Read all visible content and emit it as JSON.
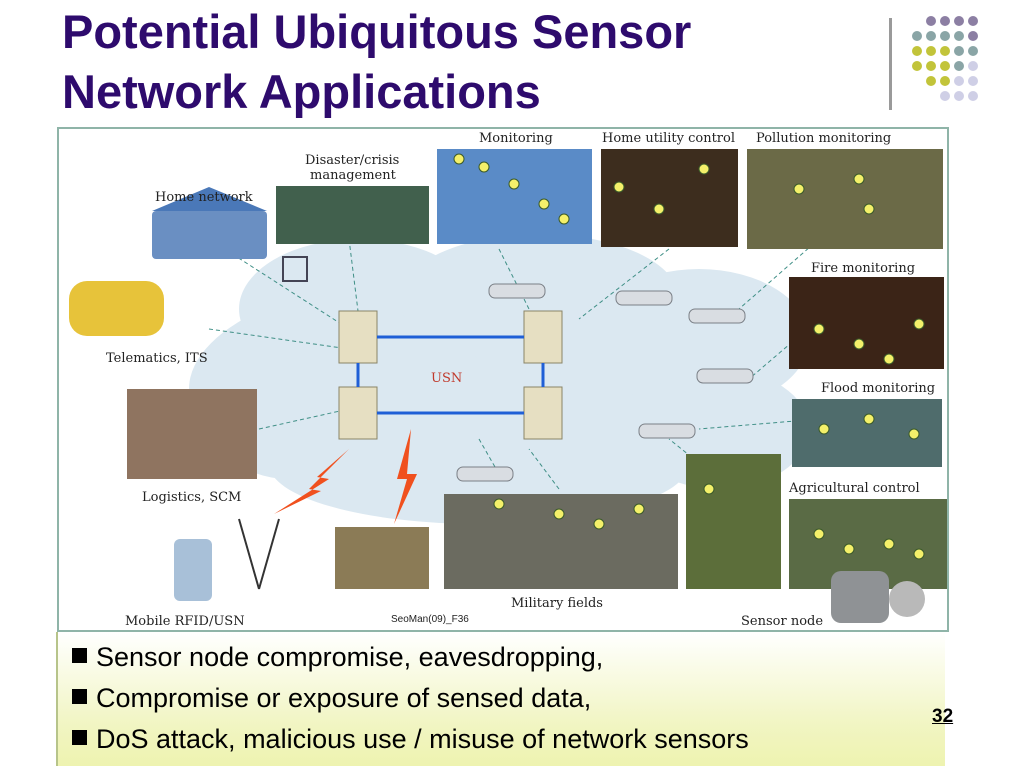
{
  "slide": {
    "title_line1": "Potential Ubiquitous Sensor",
    "title_line2": "Network Applications",
    "title_color": "#2e0b6d",
    "page_number": "32"
  },
  "figure": {
    "labels": {
      "monitoring": "Monitoring",
      "home_utility": "Home utility control",
      "pollution": "Pollution monitoring",
      "disaster_1": "Disaster/crisis",
      "disaster_2": "management",
      "home_network": "Home network",
      "fire": "Fire monitoring",
      "telematics": "Telematics, ITS",
      "flood": "Flood monitoring",
      "usn": "USN",
      "logistics": "Logistics, SCM",
      "agricultural": "Agricultural control",
      "military": "Military fields",
      "mobile": "Mobile RFID/USN",
      "credit": "SeoMan(09)_F36",
      "sensor_node": "Sensor node"
    },
    "colors": {
      "cloud": "#dbe8f1",
      "link": "#1f5fd6",
      "usn_text": "#c0392b",
      "sensor_dot": "#f4f06a",
      "lightning": "#f0501e"
    }
  },
  "bullets": [
    "Sensor node compromise, eavesdropping,",
    "Compromise or exposure of sensed data,",
    "DoS attack, malicious use / misuse of network sensors"
  ],
  "decor_colors": [
    "#8c7fa3",
    "#8aa5a6",
    "#c2c43a",
    "#cfcfe6"
  ]
}
